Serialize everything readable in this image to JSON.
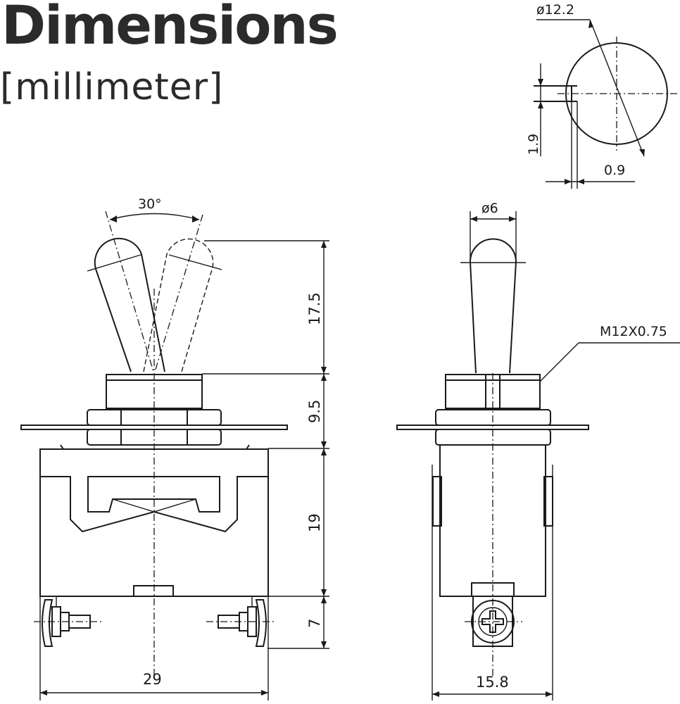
{
  "header": {
    "title": "Dimensions",
    "subtitle": "[millimeter]"
  },
  "lever_detail": {
    "diameter_label": "ø12.2",
    "height_label": "1.9",
    "width_label": "0.9"
  },
  "front_view": {
    "angle_label": "30°",
    "lever_height_label": "17.5",
    "bushing_height_label": "9.5",
    "body_height_label": "19",
    "terminal_height_label": "7",
    "width_label": "29"
  },
  "side_view": {
    "lever_diameter_label": "ø6",
    "thread_label": "M12X0.75",
    "width_label": "15.8"
  },
  "colors": {
    "line": "#1a1a1a",
    "title": "#2b2b2b"
  }
}
